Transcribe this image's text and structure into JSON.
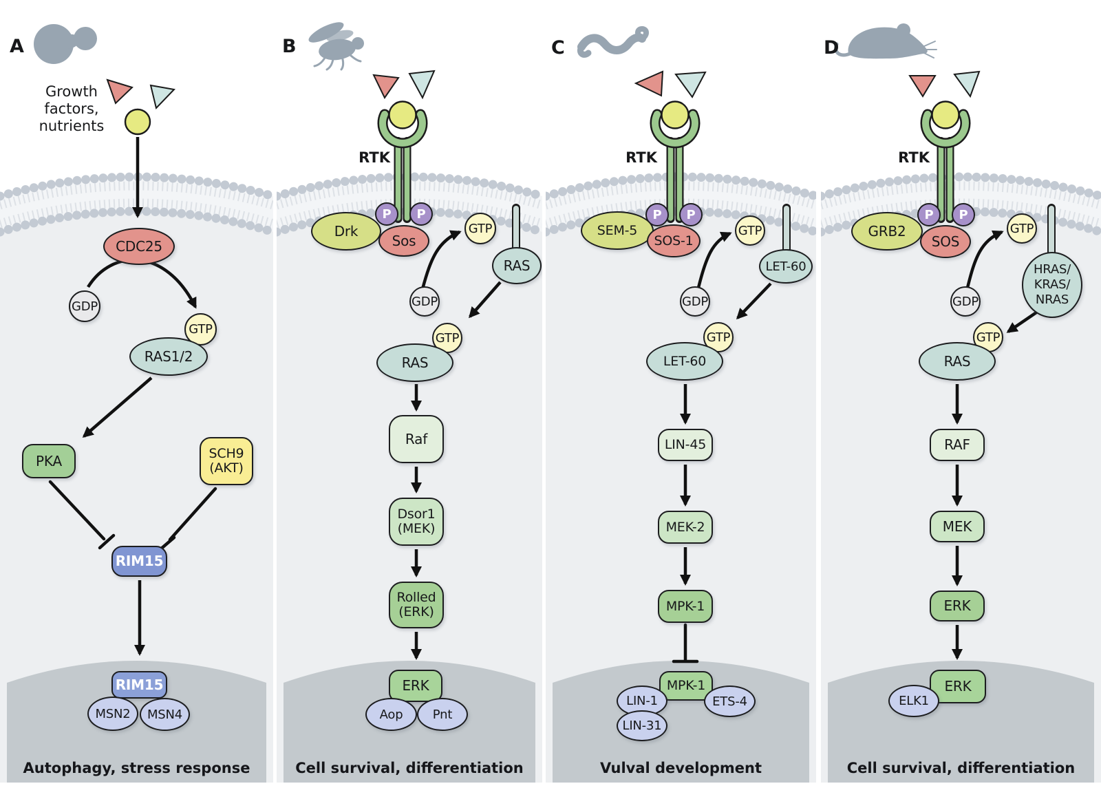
{
  "figure": {
    "panels": [
      {
        "letter": "A",
        "organism_icon": "yeast-icon",
        "stimulus": "Growth\nfactors,\nnutrients",
        "labels": {
          "cdc25": "CDC25",
          "gdp": "GDP",
          "gtp_bound": "GTP",
          "ras": "RAS1/2",
          "pka": "PKA",
          "sch9": "SCH9\n(AKT)",
          "rim15": "RIM15",
          "rim15_nuclear": "RIM15",
          "msn2": "MSN2",
          "msn4": "MSN4"
        },
        "caption": "Autophagy, stress response"
      },
      {
        "letter": "B",
        "organism_icon": "fly-icon",
        "labels": {
          "rtk": "RTK",
          "phospho": "P",
          "adaptor": "Drk",
          "gef": "Sos",
          "gdp": "GDP",
          "gtp_free": "GTP",
          "ras_membrane": "RAS",
          "gtp_bound": "GTP",
          "ras_active": "RAS",
          "map3k": "Raf",
          "map2k": "Dsor1\n(MEK)",
          "mapk": "Rolled\n(ERK)",
          "mapk_nuclear": "ERK",
          "tf_left": "Aop",
          "tf_right": "Pnt"
        },
        "caption": "Cell survival, differentiation"
      },
      {
        "letter": "C",
        "organism_icon": "worm-icon",
        "labels": {
          "rtk": "RTK",
          "phospho": "P",
          "adaptor": "SEM-5",
          "gef": "SOS-1",
          "gdp": "GDP",
          "gtp_free": "GTP",
          "ras_membrane": "LET-60",
          "gtp_bound": "GTP",
          "ras_active": "LET-60",
          "map3k": "LIN-45",
          "map2k": "MEK-2",
          "mapk": "MPK-1",
          "mapk_nuclear": "MPK-1",
          "tf_left": "LIN-1",
          "tf_left2": "LIN-31",
          "tf_right": "ETS-4"
        },
        "caption": "Vulval development"
      },
      {
        "letter": "D",
        "organism_icon": "mouse-icon",
        "labels": {
          "rtk": "RTK",
          "phospho": "P",
          "adaptor": "GRB2",
          "gef": "SOS",
          "gdp": "GDP",
          "gtp_free": "GTP",
          "ras_membrane": "HRAS/\nKRAS/\nNRAS",
          "gtp_bound": "GTP",
          "ras_active": "RAS",
          "map3k": "RAF",
          "map2k": "MEK",
          "mapk": "ERK",
          "mapk_nuclear": "ERK",
          "tf_left": "ELK1"
        },
        "caption": "Cell survival, differentiation"
      }
    ],
    "colors": {
      "organism_silhouette": "#98a5b1",
      "membrane_heads": "#c3cad3",
      "cell_interior": "#edeff1",
      "nucleus": "#c3c9cd",
      "receptor_green": "#9cc98e",
      "ligand_yellow": "#e6ea82",
      "ligand_red": "#e2938c",
      "ligand_teal": "#cfe6e3",
      "gef_red": "#e2938c",
      "adaptor_yellow_green": "#d6df87",
      "phospho_purple": "#a791ca",
      "gtp_yellow": "#fbf7c9",
      "gdp_gray": "#e9e9eb",
      "ras_teal": "#c6ddd8",
      "kinase_green_light": "#e3efdd",
      "kinase_green_mid": "#cde6c6",
      "kinase_green_dark": "#a6d096",
      "nuclear_kinase_green": "#a8d49a",
      "rim15_blue": "#8095d2",
      "tf_periwinkle": "#c9d1ee",
      "pka_green": "#a3cf97",
      "sch9_yellow": "#f9ed94",
      "arrow_black": "#111111"
    }
  }
}
